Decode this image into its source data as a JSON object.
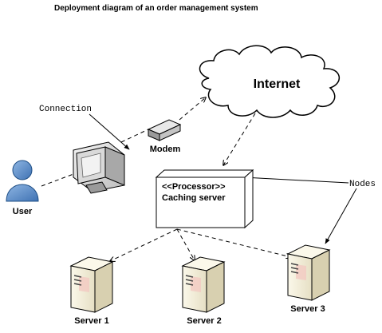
{
  "diagram": {
    "title": "Deployment diagram of an order management system",
    "nodes": {
      "internet": {
        "label": "Internet"
      },
      "modem": {
        "label": "Modem"
      },
      "user": {
        "label": "User"
      },
      "caching_server": {
        "stereotype": "<<Processor>>",
        "label": "Caching server"
      },
      "server1": {
        "label": "Server 1"
      },
      "server2": {
        "label": "Server 2"
      },
      "server3": {
        "label": "Server 3"
      }
    },
    "annotations": {
      "connection": "Connection",
      "nodes": "Nodes"
    },
    "icons": {
      "cloud": "cloud-icon",
      "modem": "modem-icon",
      "monitor": "monitor-icon",
      "user": "user-icon",
      "server": "server-tower-icon"
    },
    "colors": {
      "user_body": "#4f86c6",
      "server_body": "#f3efdc",
      "line": "#000000"
    }
  }
}
